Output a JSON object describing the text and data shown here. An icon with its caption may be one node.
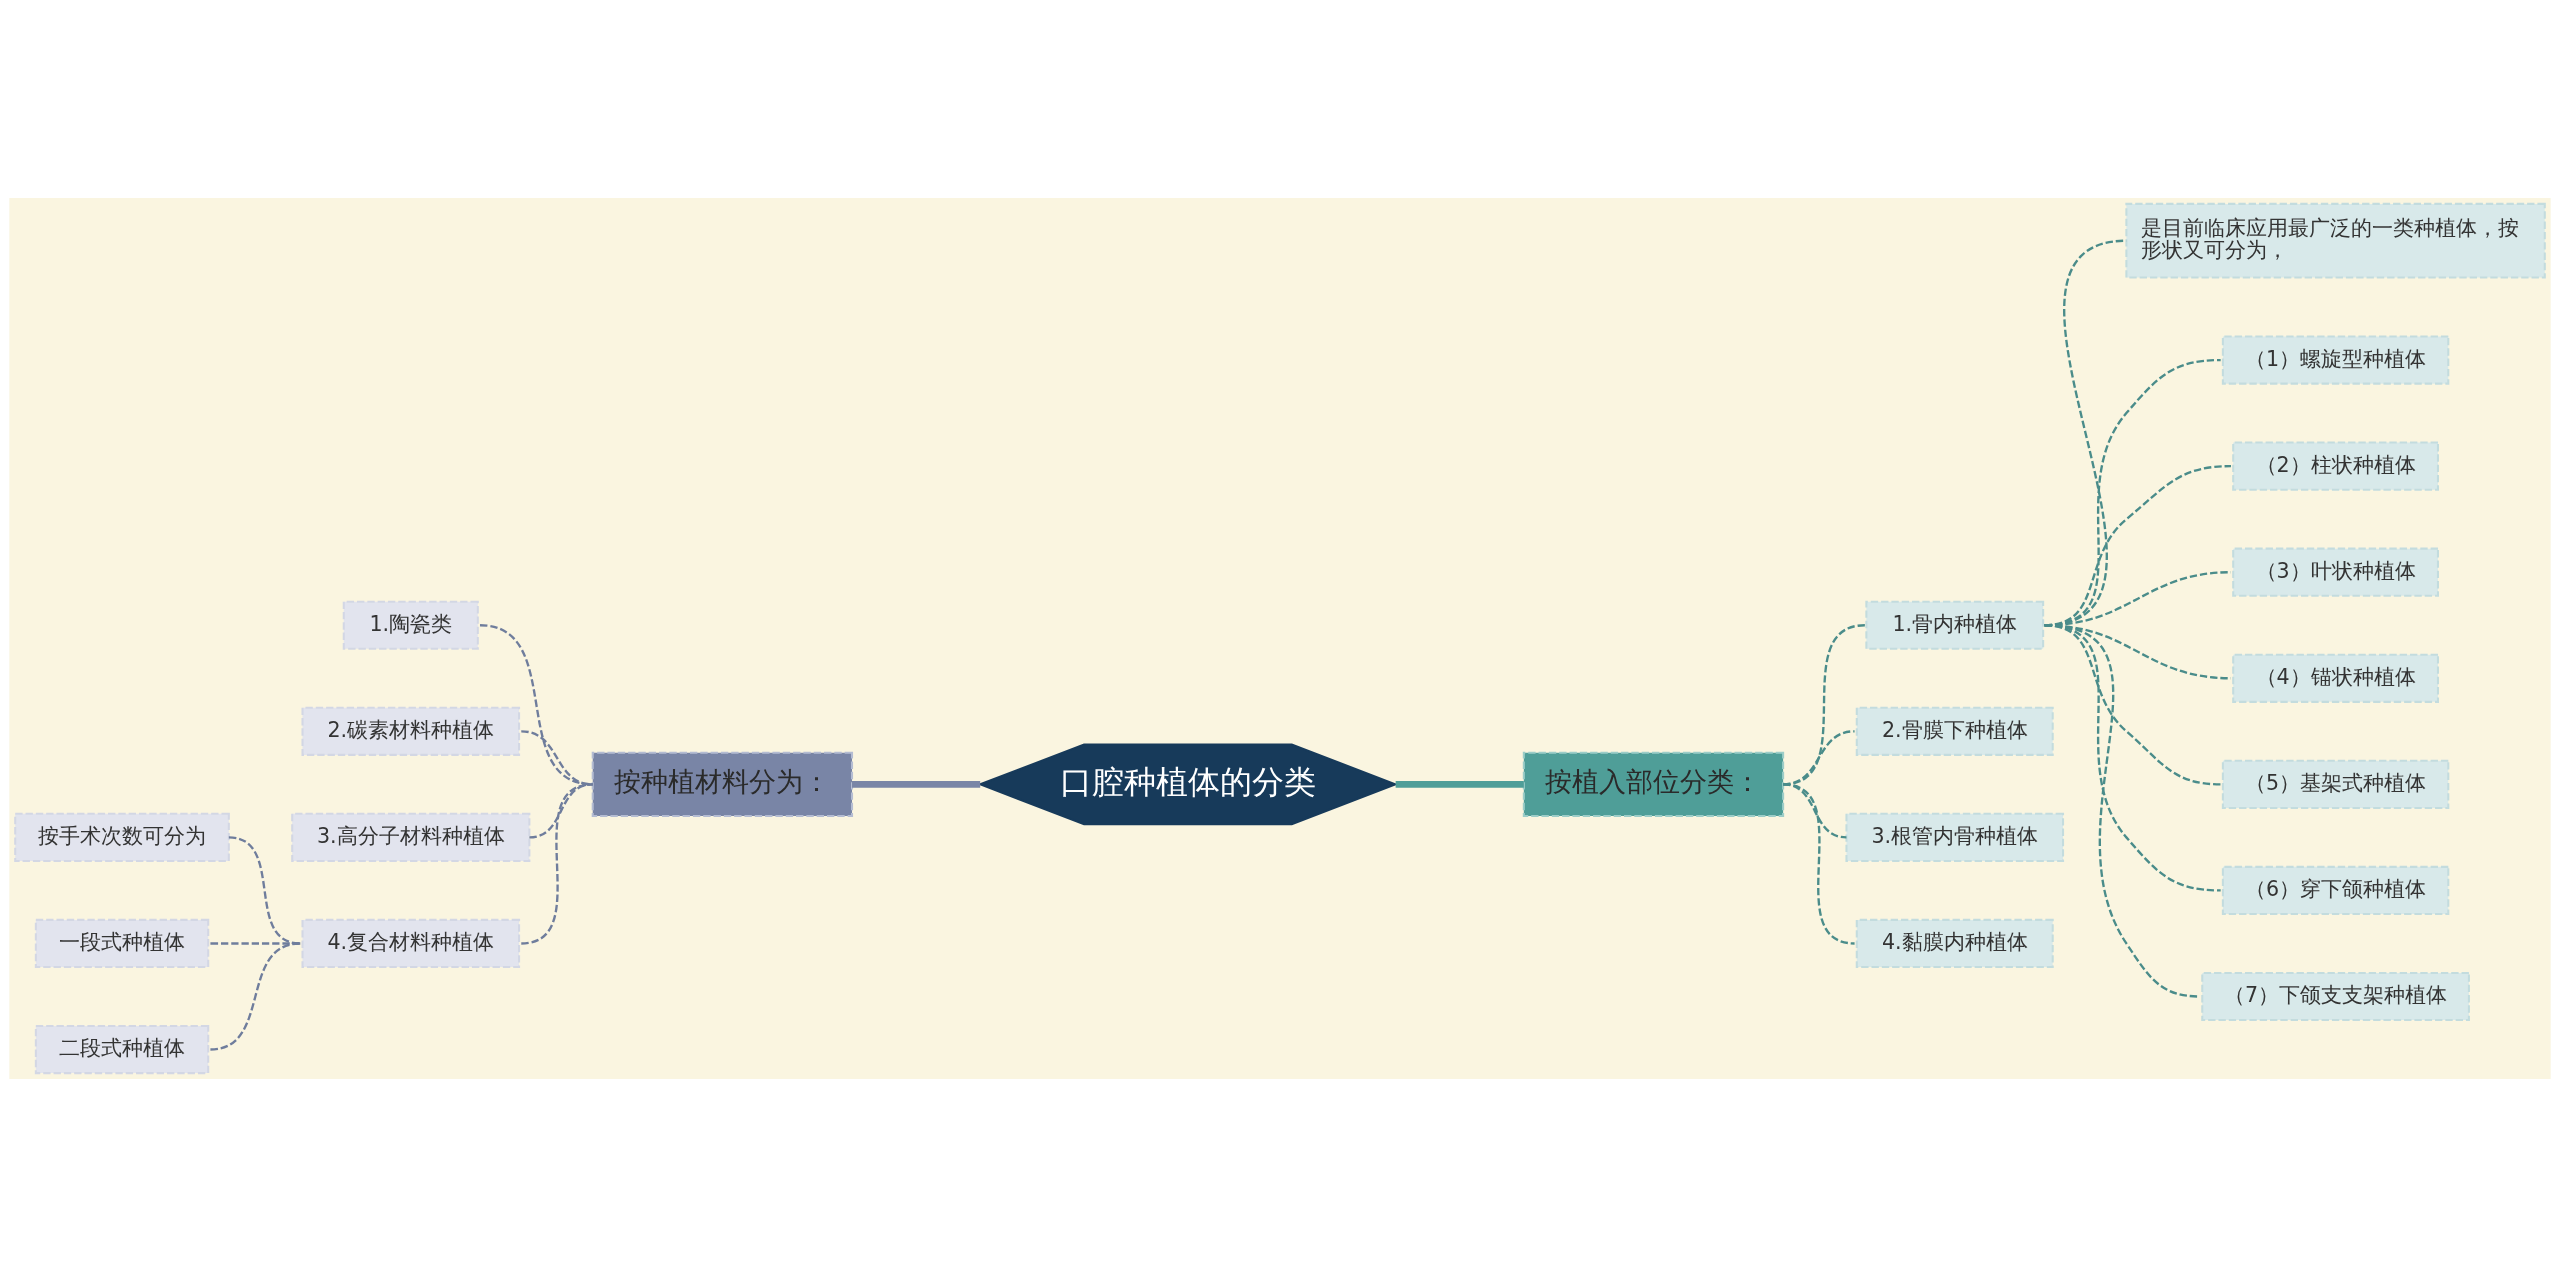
{
  "diagram": {
    "nodes": [
      {
        "text": [
          "口腔种植体的分类"
        ]
      },
      {
        "text": [
          "按种植材料分为："
        ]
      },
      {
        "text": [
          "1.陶瓷类"
        ]
      },
      {
        "text": [
          "2.碳素材料种植体"
        ]
      },
      {
        "text": [
          "3.高分子材料种植体"
        ]
      },
      {
        "text": [
          "4.复合材料种植体"
        ]
      },
      {
        "text": [
          "按手术次数可分为"
        ]
      },
      {
        "text": [
          "一段式种植体"
        ]
      },
      {
        "text": [
          "二段式种植体"
        ]
      },
      {
        "text": [
          "按植入部位分类："
        ]
      },
      {
        "text": [
          "1.骨内种植体"
        ]
      },
      {
        "text": [
          "是目前临床应用最广泛的一类种植体，按形状又可分为，"
        ]
      },
      {
        "text": [
          "（1）螺旋型种植体"
        ]
      },
      {
        "text": [
          "（2）柱状种植体"
        ]
      },
      {
        "text": [
          "（3）叶状种植体"
        ]
      },
      {
        "text": [
          "（4）锚状种植体"
        ]
      },
      {
        "text": [
          "（5）基架式种植体"
        ]
      },
      {
        "text": [
          "（6）穿下颌种植体"
        ]
      },
      {
        "text": [
          "（7）下颌支支架种植体"
        ]
      },
      {
        "text": [
          "2.骨膜下种植体"
        ]
      },
      {
        "text": [
          "3.根管内骨种植体"
        ]
      },
      {
        "text": [
          "4.黏膜内种植体"
        ]
      }
    ],
    "edges": [
      {
        "from": 1,
        "to": 0,
        "arrow": "none",
        "style": "thick",
        "color": "#7985a6"
      },
      {
        "from": 2,
        "to": 1,
        "arrow": "none",
        "style": "dashed",
        "color": "#6f7d9c"
      },
      {
        "from": 3,
        "to": 1,
        "arrow": "none",
        "style": "dashed",
        "color": "#6f7d9c"
      },
      {
        "from": 4,
        "to": 1,
        "arrow": "none",
        "style": "dashed",
        "color": "#6f7d9c"
      },
      {
        "from": 5,
        "to": 1,
        "arrow": "none",
        "style": "dashed",
        "color": "#6f7d9c"
      },
      {
        "from": 6,
        "to": 5,
        "arrow": "none",
        "style": "dashed",
        "color": "#6f7d9c"
      },
      {
        "from": 7,
        "to": 5,
        "arrow": "none",
        "style": "dashed",
        "color": "#6f7d9c"
      },
      {
        "from": 8,
        "to": 5,
        "arrow": "none",
        "style": "dashed",
        "color": "#6f7d9c"
      },
      {
        "from": 0,
        "to": 9,
        "arrow": "none",
        "style": "thick",
        "color": "#4f9e98"
      },
      {
        "from": 9,
        "to": 10,
        "arrow": "none",
        "style": "dashed"
      },
      {
        "from": 10,
        "to": 11,
        "arrow": "none",
        "style": "dashed"
      },
      {
        "from": 10,
        "to": 12,
        "arrow": "none",
        "style": "dashed"
      },
      {
        "from": 10,
        "to": 13,
        "arrow": "none",
        "style": "dashed"
      },
      {
        "from": 10,
        "to": 14,
        "arrow": "none",
        "style": "dashed"
      },
      {
        "from": 10,
        "to": 15,
        "arrow": "none",
        "style": "dashed"
      },
      {
        "from": 10,
        "to": 16,
        "arrow": "none",
        "style": "dashed"
      },
      {
        "from": 10,
        "to": 17,
        "arrow": "none",
        "style": "dashed"
      },
      {
        "from": 10,
        "to": 18,
        "arrow": "none",
        "style": "dashed"
      },
      {
        "from": 9,
        "to": 19,
        "arrow": "none",
        "style": "dashed"
      },
      {
        "from": 9,
        "to": 20,
        "arrow": "none",
        "style": "dashed"
      },
      {
        "from": 9,
        "to": 21,
        "arrow": "none",
        "style": "dashed"
      }
    ]
  }
}
